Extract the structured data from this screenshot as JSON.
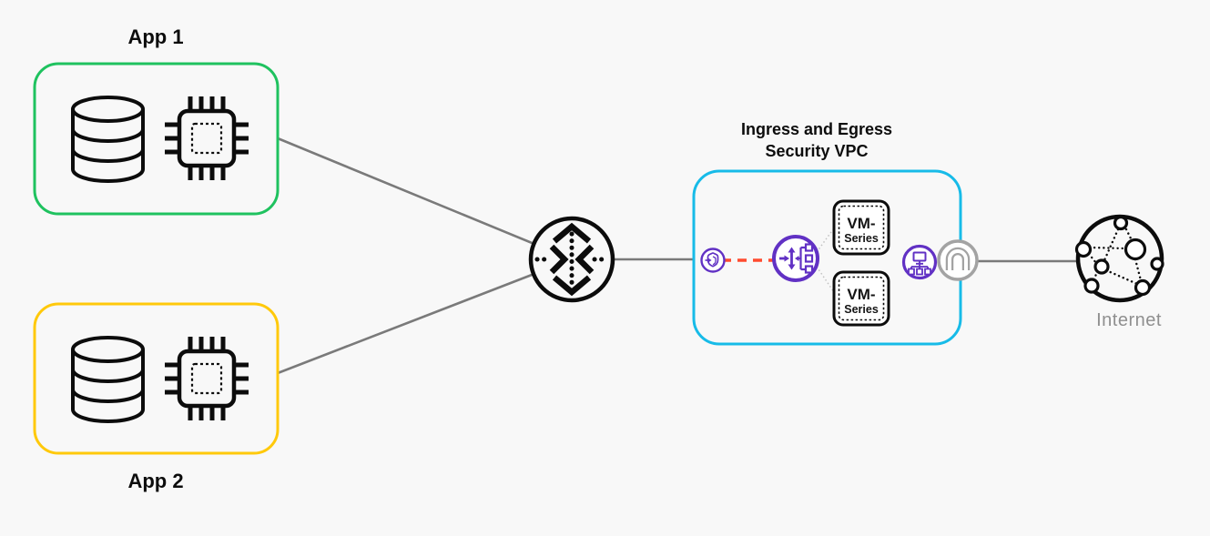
{
  "diagram": {
    "app_1": {
      "label": "App 1",
      "border_color": "#1FC25F",
      "icons": [
        {
          "name": "database-icon"
        },
        {
          "name": "compute-chip-icon"
        }
      ]
    },
    "app_2": {
      "label": "App 2",
      "border_color": "#FFC90B",
      "icons": [
        {
          "name": "database-icon"
        },
        {
          "name": "compute-chip-icon"
        }
      ]
    },
    "transit_gateway": {
      "icon": "transit-gateway-icon"
    },
    "security_vpc": {
      "title": {
        "line1": "Ingress and Egress",
        "line2": "Security VPC"
      },
      "border_color": "#17BBE8",
      "gwlb_endpoint": {
        "icon": "gwlb-endpoint-icon"
      },
      "gateway_load_balancer": {
        "icon": "gateway-load-balancer-icon"
      },
      "vm_series": [
        {
          "label_line1": "VM-",
          "label_line2": "Series"
        },
        {
          "label_line1": "VM-",
          "label_line2": "Series"
        }
      ],
      "nat_gateway": {
        "icon": "nat-gateway-icon"
      },
      "internet_gateway": {
        "icon": "internet-gateway-icon"
      }
    },
    "internet": {
      "label": "Internet",
      "icon": "internet-globe-icon"
    }
  },
  "colors": {
    "background": "#F8F8F8",
    "app1-border": "#1FC25F",
    "app2-border": "#FFC90B",
    "vpc-border": "#17BBE8",
    "purple": "#6131C4",
    "red-dash": "#FF4B2F",
    "line-gray": "#7A7A7A",
    "igw-gray": "#A3A3A3",
    "ink": "#0C0C0C",
    "label-gray": "#8F8F8F"
  }
}
